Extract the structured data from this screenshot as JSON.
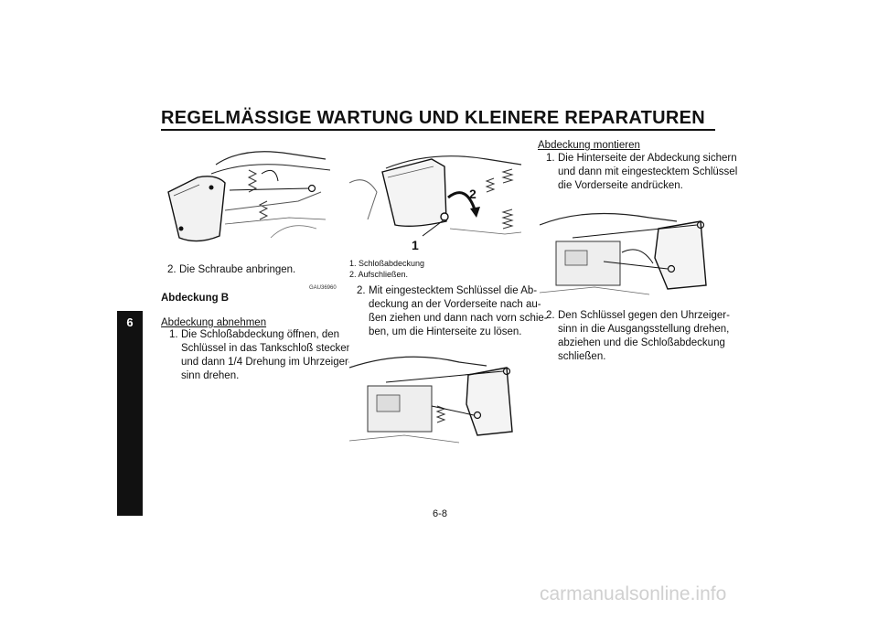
{
  "header": {
    "title": "REGELMÄSSIGE WARTUNG UND KLEINERE REPARATUREN"
  },
  "chapter_tab": {
    "label": "6"
  },
  "col1": {
    "step2": {
      "num": "2.",
      "text": "Die Schraube anbringen."
    },
    "code": "GAU36960",
    "heading": "Abdeckung B",
    "subheading": "Abdeckung abnehmen",
    "step1": {
      "num": "1.",
      "lines": [
        "Die Schloßabdeckung öffnen, den",
        "Schlüssel in das Tankschloß stecken",
        "und dann 1/4 Drehung im Uhrzeiger-",
        "sinn drehen."
      ]
    }
  },
  "col2": {
    "figure": {
      "callout1": "1",
      "callout2": "2"
    },
    "captions": [
      "1. Schloßabdeckung",
      "2. Aufschließen."
    ],
    "step2": {
      "num": "2.",
      "lines": [
        "Mit eingestecktem Schlüssel die Ab-",
        "deckung an der Vorderseite nach au-",
        "ßen ziehen und dann nach vorn schie-",
        "ben, um die Hinterseite zu lösen."
      ]
    }
  },
  "col3": {
    "subheading": "Abdeckung montieren",
    "step1": {
      "num": "1.",
      "lines": [
        "Die Hinterseite der Abdeckung sichern",
        "und dann mit eingestecktem Schlüssel",
        "die Vorderseite andrücken."
      ]
    },
    "step2": {
      "num": "2.",
      "lines": [
        "Den Schlüssel gegen den Uhrzeiger-",
        "sinn in die Ausgangsstellung drehen,",
        "abziehen und die Schloßabdeckung",
        "schließen."
      ]
    }
  },
  "footer": {
    "page_number": "6-8",
    "watermark": "carmanualsonline.info"
  }
}
